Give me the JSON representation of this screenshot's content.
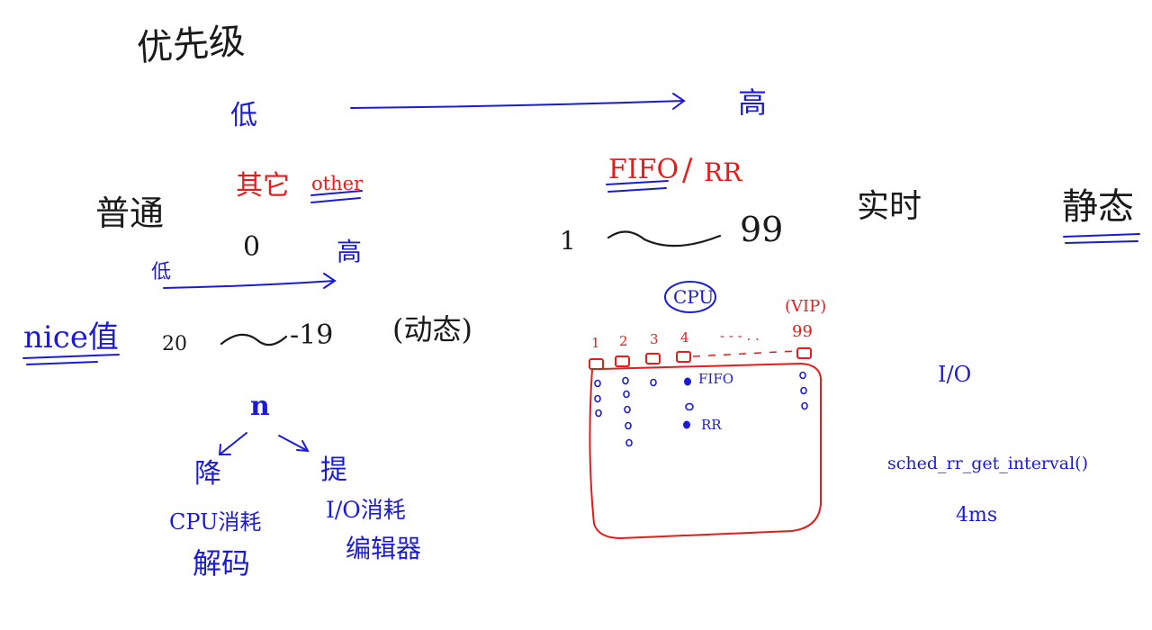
{
  "title": "优先级",
  "top_axis": {
    "low": "低",
    "high": "高"
  },
  "normal": {
    "label": "普通",
    "policy_cn": "其它",
    "policy_en": "other",
    "priority": "0",
    "axis_low": "低",
    "axis_high": "高",
    "nice_label": "nice值",
    "nice_from": "20",
    "nice_to": "-19",
    "nice_note": "(动态)",
    "tree_root": "n",
    "lower": {
      "head": "降",
      "line1": "CPU消耗",
      "line2": "解码"
    },
    "raise": {
      "head": "提",
      "line1": "I/O消耗",
      "line2": "编辑器"
    }
  },
  "realtime": {
    "policy": "FIFO",
    "slash": "/",
    "policy2": "RR",
    "range_from": "1",
    "range_to": "99",
    "label": "实时",
    "static_label": "静态",
    "cpu_label": "CPU",
    "vip_label": "(VIP)",
    "queue_numbers": [
      "1",
      "2",
      "3",
      "4",
      "99"
    ],
    "dots": "- - - . .",
    "fifo_note": "FIFO",
    "rr_note": "RR",
    "io_label": "I/O",
    "function": "sched_rr_get_interval()",
    "interval": "4ms"
  },
  "colors": {
    "ink_black": "#1a1a1a",
    "ink_blue": "#1b1bd6",
    "ink_red": "#e81b1b"
  }
}
